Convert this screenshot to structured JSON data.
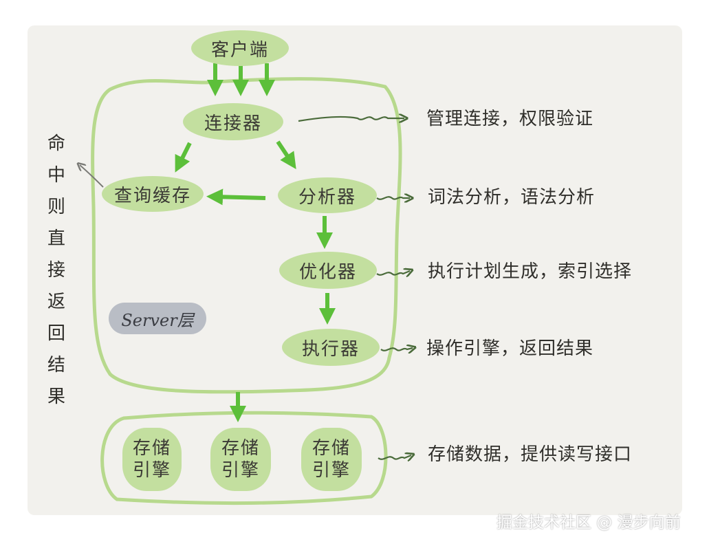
{
  "nodes": {
    "client": "客户端",
    "connector": "连接器",
    "query_cache": "查询缓存",
    "analyzer": "分析器",
    "optimizer": "优化器",
    "executor": "执行器",
    "storage_engines": [
      {
        "line1": "存储",
        "line2": "引擎"
      },
      {
        "line1": "存储",
        "line2": "引擎"
      },
      {
        "line1": "存储",
        "line2": "引擎"
      }
    ]
  },
  "server_layer_label": "Server层",
  "cache_hit_note": [
    "命中",
    "则",
    "直接",
    "返回",
    "结果"
  ],
  "annotations": {
    "connector": "管理连接，权限验证",
    "analyzer": "词法分析，语法分析",
    "optimizer": "执行计划生成，索引选择",
    "executor": "操作引擎，返回结果",
    "storage": "存储数据，提供读写接口"
  },
  "watermark": "掘金技术社区 @ 漫步向前",
  "colors": {
    "node_fill": "#c3df9f",
    "outline": "#b7d98d",
    "arrow": "#5cbf3a",
    "note_arrow": "#4a6b3a",
    "server_badge": "#b9bdc5"
  }
}
